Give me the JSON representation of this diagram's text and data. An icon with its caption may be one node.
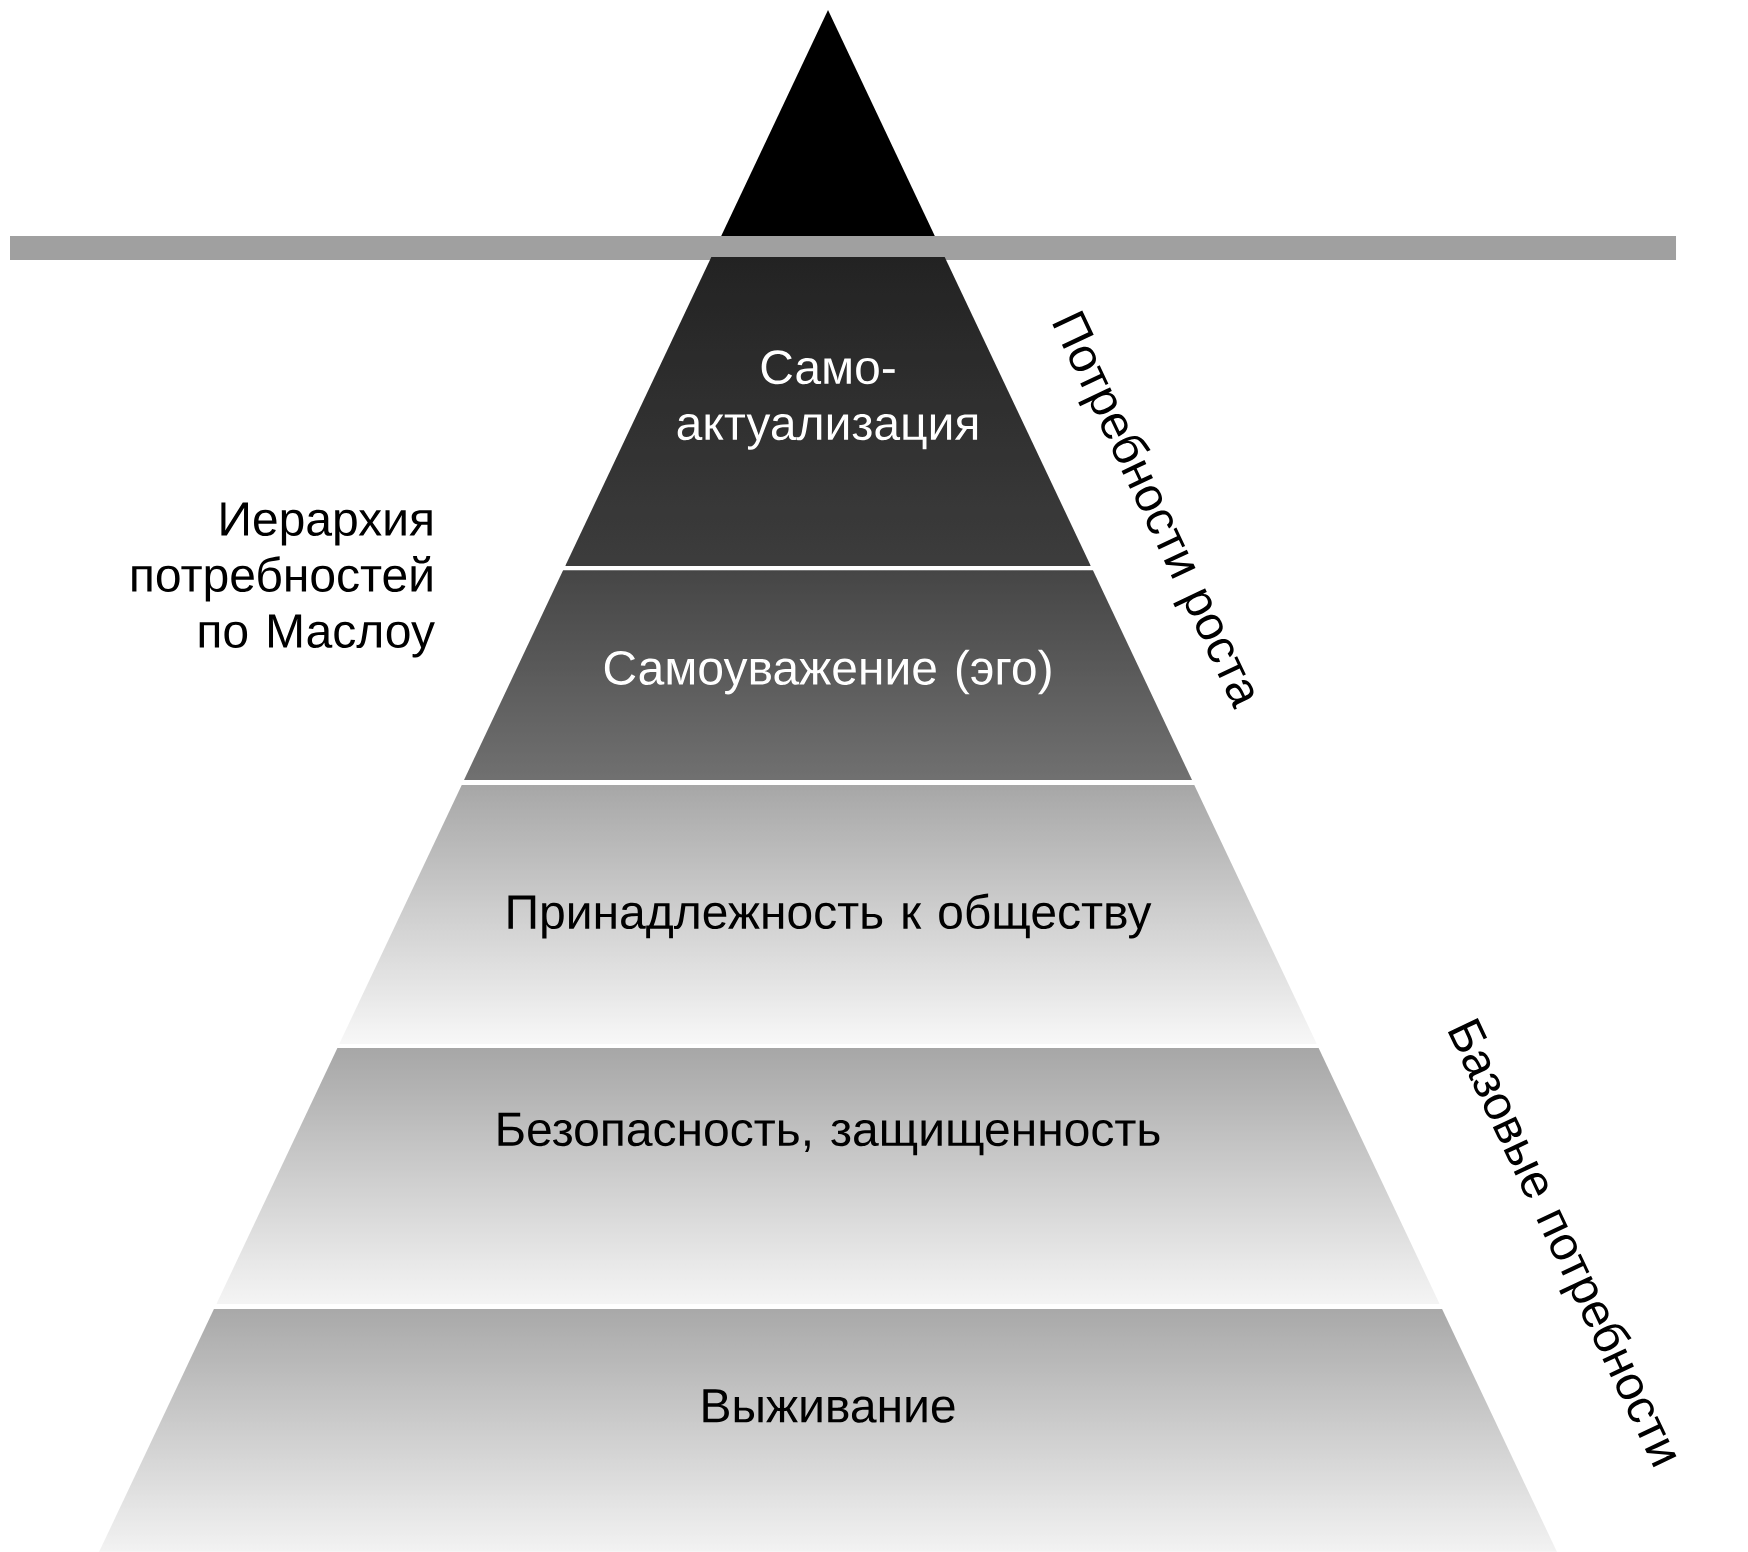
{
  "diagram": {
    "nodes": [
      {
        "text": [
          "Само- актуализация"
        ]
      },
      {
        "text": [
          "Самоуважение (эго)"
        ]
      },
      {
        "text": [
          "Принадлежность к обществу"
        ]
      },
      {
        "text": [
          "Безопасность, защищенность"
        ]
      },
      {
        "text": [
          "Выживание"
        ]
      }
    ],
    "labels": [
      "Иерархия потребностей по Маслоу",
      "Потребности роста",
      "Базовые потребности"
    ]
  }
}
